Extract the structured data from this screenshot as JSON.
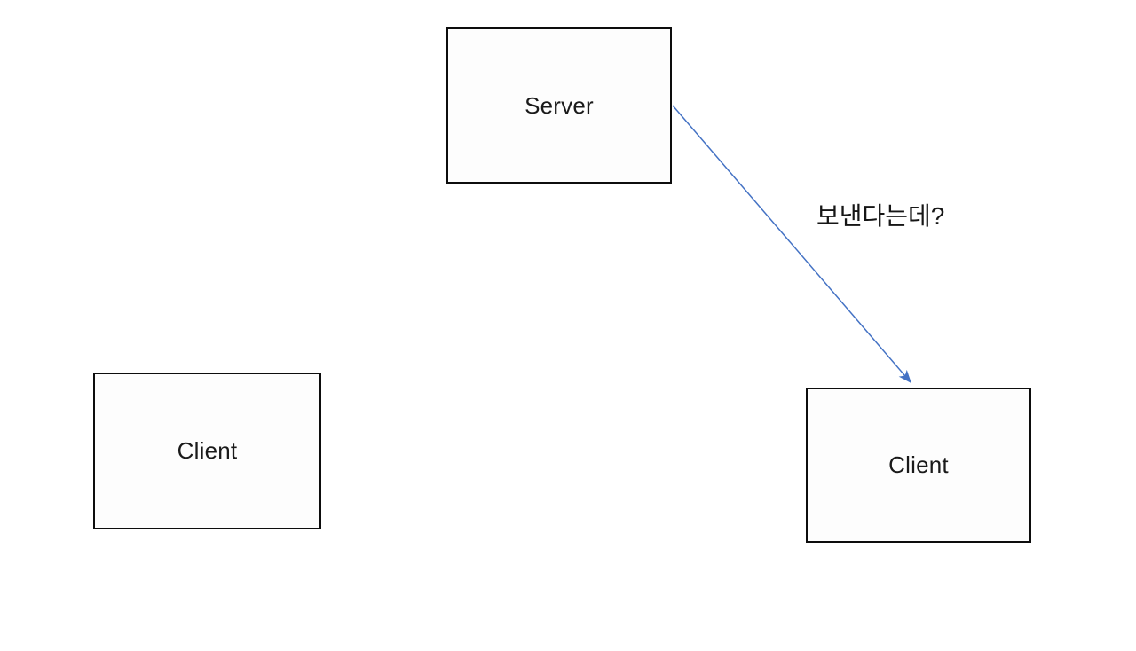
{
  "diagram": {
    "nodes": [
      {
        "id": "server",
        "label": "Server"
      },
      {
        "id": "client-left",
        "label": "Client"
      },
      {
        "id": "client-right",
        "label": "Client"
      }
    ],
    "edges": [
      {
        "from": "server",
        "to": "client-right",
        "label": "보낸다는데?",
        "color": "#4472C4"
      }
    ],
    "colors": {
      "background": "#ffffff",
      "node_border": "#0d0d0d",
      "node_fill": "#fdfdfd",
      "text": "#1a1a1a",
      "arrow": "#4472C4"
    }
  }
}
